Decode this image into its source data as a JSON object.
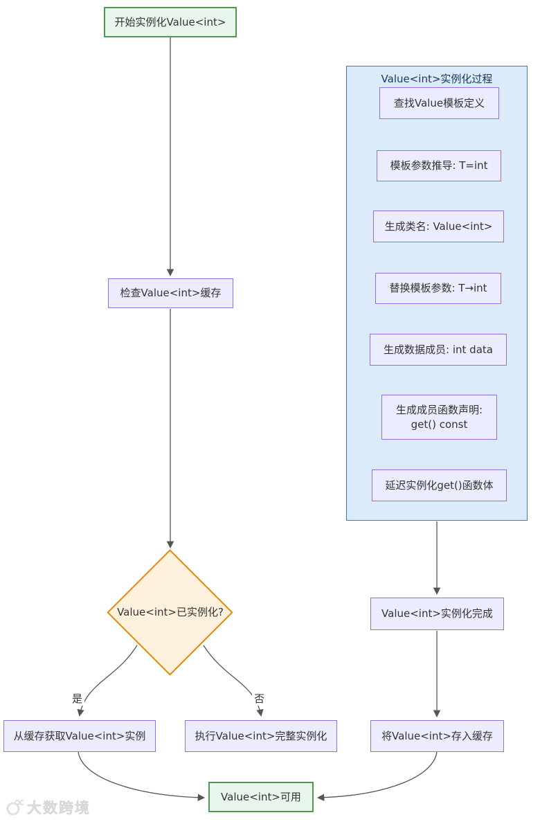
{
  "nodes": {
    "start": "开始实例化Value<int>",
    "check_cache": "检查Value<int>缓存",
    "decision": "Value<int>已实例化?",
    "from_cache": "从缓存获取Value<int>实例",
    "full_instantiation": "执行Value<int>完整实例化",
    "complete": "Value<int>实例化完成",
    "store_cache": "将Value<int>存入缓存",
    "available": "Value<int>可用"
  },
  "subgraph": {
    "title": "Value<int>实例化过程",
    "steps": [
      "查找Value模板定义",
      "模板参数推导: T=int",
      "生成类名: Value<int>",
      "替换模板参数: T→int",
      "生成数据成员: int data",
      "生成成员函数声明:\nget() const",
      "延迟实例化get()函数体"
    ]
  },
  "edge_labels": {
    "yes": "是",
    "no": "否"
  },
  "watermark": {
    "text": "大数跨境"
  },
  "colors": {
    "start-end-fill": "#e9f6ec",
    "start-end-border": "#4c9a52",
    "process-fill": "#ececff",
    "process-border": "#9370db",
    "decision-fill": "#fdf0dc",
    "decision-border": "#de8c0d",
    "subgraph-fill": "#dcebfa",
    "subgraph-border": "#4077b5",
    "edge": "#555555",
    "text": "#333333"
  }
}
